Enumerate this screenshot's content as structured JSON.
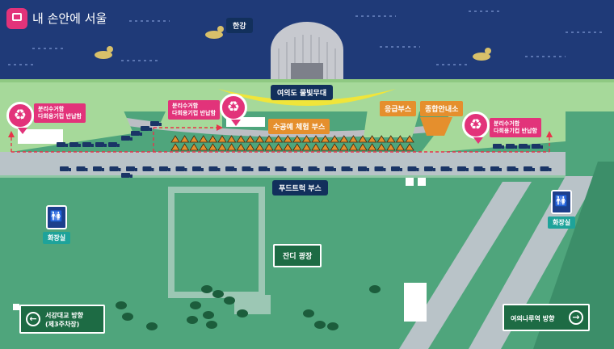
{
  "header": {
    "logo_text": "내 손안에 서울"
  },
  "labels": {
    "river": "한강",
    "stage": "여의도 물빛무대",
    "emergency": "응급부스",
    "info_center": "종합안내소",
    "experience": "수공예 체험 부스",
    "foodtruck": "푸드트럭 부스",
    "plaza": "잔디 광장",
    "restroom_left": "화장실",
    "restroom_right": "화장실"
  },
  "recycling": [
    {
      "line1": "분리수거함",
      "line2": "다회용기컵 반납함"
    },
    {
      "line1": "분리수거함",
      "line2": "다회용기컵 반납함"
    },
    {
      "line1": "분리수거함",
      "line2": "다회용기컵 반납함"
    }
  ],
  "directions": {
    "left_line1": "서강대교 방향",
    "left_line2": "(제3주차장)",
    "right_line1": "여의나루역 방향"
  },
  "icons": {
    "logo": "seoul-logo-icon",
    "recycle": "recycle-icon",
    "restroom": "restroom-icon",
    "arrow_left": "arrow-left-circle-icon",
    "arrow_right": "arrow-right-circle-icon",
    "duck": "duck-boat-icon",
    "truck": "food-truck-icon",
    "tree": "tree-icon"
  },
  "colors": {
    "river": "#1f3a78",
    "grass": "#4fa57c",
    "light_grass": "#a6d99a",
    "pink": "#e2337a",
    "orange": "#e58f2d",
    "navy": "#12305c",
    "teal": "#1ea39a"
  }
}
